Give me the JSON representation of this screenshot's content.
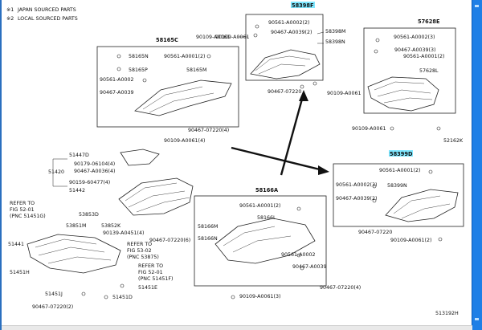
{
  "notes": [
    {
      "mark": "※1",
      "text": "JAPAN SOURCED PARTS"
    },
    {
      "mark": "※2",
      "text": "LOCAL SOURCED PARTS"
    }
  ],
  "highlighted_parts": [
    "58398F",
    "58399D"
  ],
  "groups": {
    "g58398F": {
      "title": "58398F",
      "items": [
        "90561-A0002(2)",
        "90467-A0039(2)",
        "90109-A0061",
        "58398M",
        "58398N",
        "90467-07220",
        "90109-A0061"
      ]
    },
    "g57628E": {
      "title": "57628E",
      "items": [
        "90561-A0002(3)",
        "90467-A0039(3)",
        "90561-A0001(2)",
        "57628L",
        "90109-A0061",
        "52162K"
      ]
    },
    "g58165C": {
      "title": "58165C",
      "items": [
        "58165N",
        "90561-A0001(2)",
        "58165P",
        "58165M",
        "90561-A0002",
        "90467-A0039",
        "90467-07220(4)",
        "90109-A0061(4)"
      ]
    },
    "g58399D": {
      "title": "58399D",
      "items": [
        "90561-A0001(2)",
        "90561-A0002(3)",
        "58399N",
        "90467-A0039(2)",
        "90467-07220",
        "90109-A0061(2)"
      ]
    },
    "g58166A": {
      "title": "58166A",
      "items": [
        "90561-A0001(2)",
        "58166L",
        "58166M",
        "58166N",
        "90561-A0002",
        "90467-A0039",
        "90467-07220(4)",
        "90109-A0061(3)"
      ]
    },
    "left": {
      "items": [
        "51447D",
        "51420",
        "90179-06104(4)",
        "90467-A0036(4)",
        "90159-60477(4)",
        "51442",
        "90139-A0451(4)",
        "90467-07220(6)",
        "53853D",
        "53851M",
        "53852K",
        "51441",
        "51451H",
        "51451J",
        "51451D",
        "51451E",
        "90467-07220(2)"
      ],
      "references": [
        {
          "line1": "REFER TO",
          "line2": "FIG 52-01",
          "line3": "(PNC 51451G)"
        },
        {
          "line1": "REFER TO",
          "line2": "FIG 53-02",
          "line3": "(PNC 53875)"
        },
        {
          "line1": "REFER TO",
          "line2": "FIG 52-01",
          "line3": "(PNC 51451F)"
        }
      ]
    }
  },
  "footer_code": "513192H",
  "colors": {
    "highlight": "#7fe7ff",
    "scrollbar": "#1f7fe6",
    "line": "#222222"
  }
}
